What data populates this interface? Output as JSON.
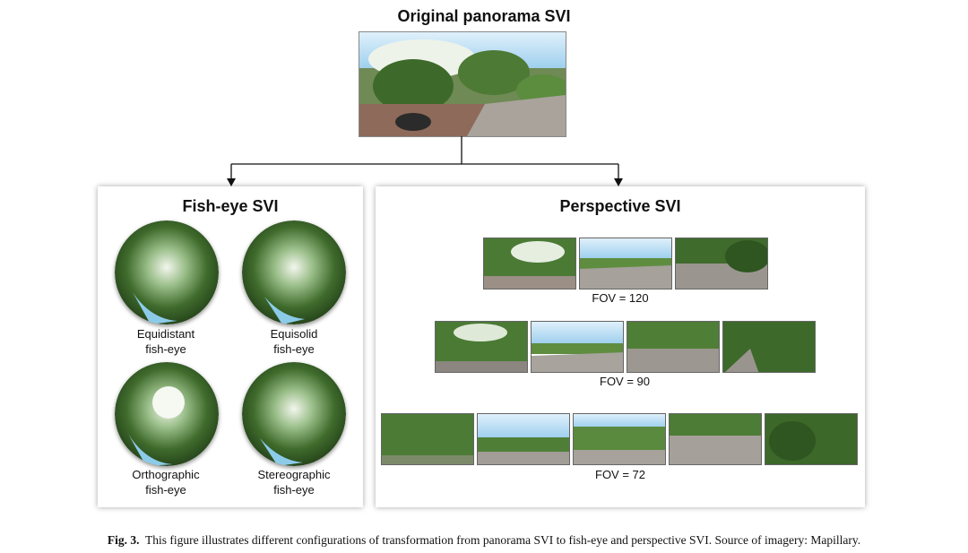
{
  "title": "Original panorama SVI",
  "fisheye": {
    "title": "Fish-eye SVI",
    "items": [
      {
        "label1": "Equidistant",
        "label2": "fish-eye"
      },
      {
        "label1": "Equisolid",
        "label2": "fish-eye"
      },
      {
        "label1": "Orthographic",
        "label2": "fish-eye"
      },
      {
        "label1": "Stereographic",
        "label2": "fish-eye"
      }
    ]
  },
  "perspective": {
    "title": "Perspective SVI",
    "rows": [
      {
        "label": "FOV = 120",
        "count": 3
      },
      {
        "label": "FOV = 90",
        "count": 4
      },
      {
        "label": "FOV = 72",
        "count": 5
      }
    ]
  },
  "caption": {
    "prefix": "Fig. 3.",
    "text": "This figure illustrates different configurations of transformation from panorama SVI to fish-eye and perspective SVI. Source of imagery: Mapillary."
  },
  "colors": {
    "foliage": "#3f6b2c",
    "sky": "#bfe0f3",
    "road": "#8f8a85",
    "border": "#888888"
  }
}
